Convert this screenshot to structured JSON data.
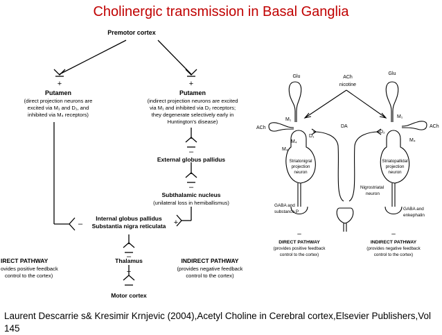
{
  "title": "Cholinergic transmission in Basal Ganglia",
  "left_diagram": {
    "premotor": "Premotor cortex",
    "plus": "+",
    "minus": "–",
    "putamen_left": {
      "title": "Putamen",
      "lines": [
        "(direct projection neurons are",
        "excited via M₁ and D₁, and",
        "inhibited via M₄ receptors)"
      ]
    },
    "putamen_right": {
      "title": "Putamen",
      "lines": [
        "(indirect projection neurons are excited",
        "via M₁ and inhibited via D₂ receptors;",
        "they degenerate selectively early in",
        "Huntington's disease)"
      ]
    },
    "gpe": "External globus pallidus",
    "stn": {
      "title": "Subthalamic nucleus",
      "note": "(unilateral loss in hemiballismus)"
    },
    "gpi": [
      "Internal globus pallidus",
      "Substantia nigra reticulata"
    ],
    "thalamus": "Thalamus",
    "motor": "Motor cortex",
    "direct": {
      "title": "IRECT PATHWAY",
      "lines": [
        "ovides positive feedback",
        "control to the cortex)"
      ]
    },
    "indirect": {
      "title": "INDIRECT PATHWAY",
      "lines": [
        "(provides negative feedback",
        "control to the cortex)"
      ]
    }
  },
  "right_diagram": {
    "glu": "Glu",
    "ach": "ACh",
    "nicotine": "nicotine",
    "da": "DA",
    "m1": "M₁",
    "m4": "M₄",
    "d1": "D₁",
    "d2": "D₂",
    "striatonigral": [
      "Striatonigral",
      "projection",
      "neuron"
    ],
    "striatopallidal": [
      "Striatopallidal",
      "projection",
      "neuron"
    ],
    "nigrostriatal": [
      "Nigrostriatal",
      "neuron"
    ],
    "gaba_p": [
      "GABA and",
      "substance P"
    ],
    "gaba_e": [
      "GABA and",
      "enkephalin"
    ],
    "direct": {
      "title": "DIRECT PATHWAY",
      "lines": [
        "(provides positive feedback",
        "control to the cortex)"
      ]
    },
    "indirect": {
      "title": "INDIRECT PATHWAY",
      "lines": [
        "(provides negative feedback",
        "control to the cortex)"
      ]
    }
  },
  "citation": "Laurent Descarrie s& Kresimir Krnjevic (2004),Acetyl Choline in Cerebral cortex,Elsevier Publishers,Vol 145"
}
